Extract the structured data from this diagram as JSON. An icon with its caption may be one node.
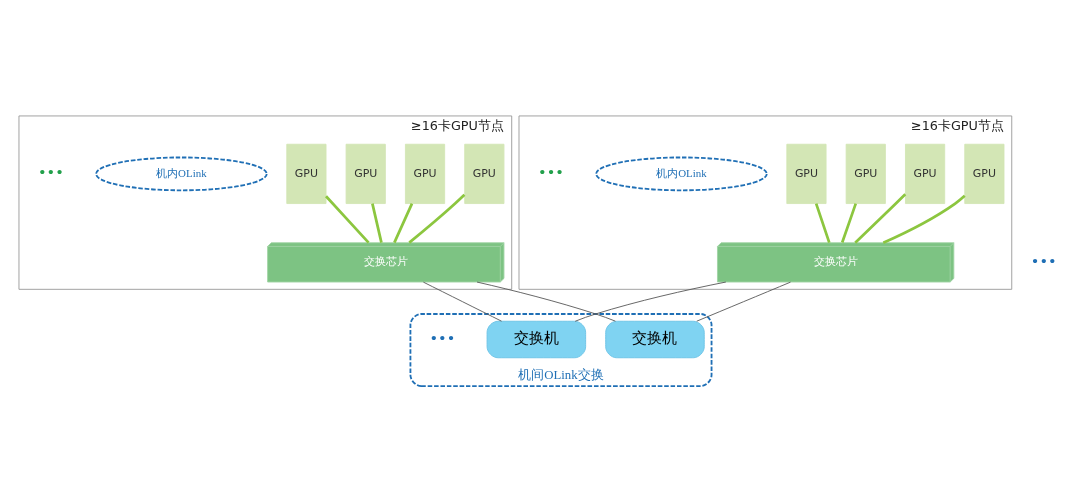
{
  "diagram": {
    "nodes": [
      {
        "text": [
          "≥16卡GPU节点"
        ]
      },
      {
        "text": [
          "GPU"
        ],
        "in": 0
      },
      {
        "text": [
          "GPU"
        ],
        "in": 0
      },
      {
        "text": [
          "GPU"
        ],
        "in": 0
      },
      {
        "text": [
          "GPU"
        ],
        "in": 0
      },
      {
        "text": [
          "机内OLink"
        ],
        "in": 0
      },
      {
        "text": [
          "交换芯片"
        ],
        "in": 0
      },
      {
        "text": [
          "≥16卡GPU节点"
        ]
      },
      {
        "text": [
          "GPU"
        ],
        "in": 7
      },
      {
        "text": [
          "GPU"
        ],
        "in": 7
      },
      {
        "text": [
          "GPU"
        ],
        "in": 7
      },
      {
        "text": [
          "GPU"
        ],
        "in": 7
      },
      {
        "text": [
          "机内OLink"
        ],
        "in": 7
      },
      {
        "text": [
          "交换芯片"
        ],
        "in": 7
      },
      {
        "text": [
          "机间OLink交换"
        ]
      },
      {
        "text": [
          "交换机"
        ],
        "in": 14
      },
      {
        "text": [
          "交换机"
        ],
        "in": 14
      }
    ],
    "edges": [
      {
        "from": 1,
        "to": 6,
        "arrow": "none"
      },
      {
        "from": 2,
        "to": 6,
        "arrow": "none"
      },
      {
        "from": 3,
        "to": 6,
        "arrow": "none"
      },
      {
        "from": 4,
        "to": 6,
        "arrow": "none"
      },
      {
        "from": 8,
        "to": 13,
        "arrow": "none"
      },
      {
        "from": 9,
        "to": 13,
        "arrow": "none"
      },
      {
        "from": 10,
        "to": 13,
        "arrow": "none"
      },
      {
        "from": 11,
        "to": 13,
        "arrow": "none"
      },
      {
        "from": 6,
        "to": 15,
        "arrow": "none",
        "color": "#595959"
      },
      {
        "from": 6,
        "to": 16,
        "arrow": "none",
        "color": "#595959"
      },
      {
        "from": 13,
        "to": 15,
        "arrow": "none",
        "color": "#595959"
      },
      {
        "from": 13,
        "to": 16,
        "arrow": "none",
        "color": "#595959"
      }
    ],
    "labels": [
      "•••",
      "•••",
      "•••",
      "•••"
    ]
  }
}
